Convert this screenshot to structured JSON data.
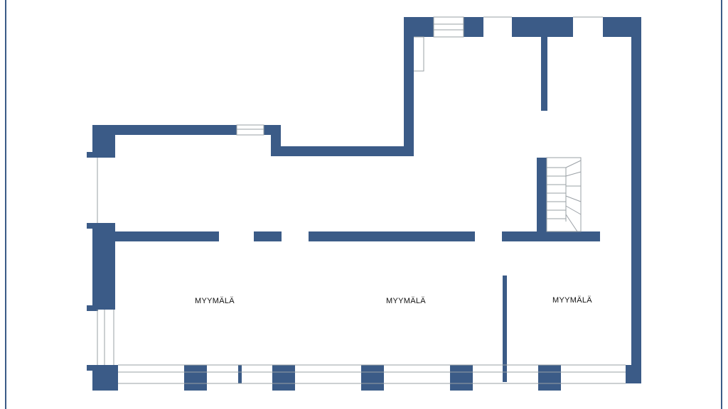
{
  "rooms": [
    {
      "label": "MYYMÄLÄ"
    },
    {
      "label": "MYYMÄLÄ"
    },
    {
      "label": "MYYMÄLÄ"
    }
  ],
  "colors": {
    "wall": "#3b5b87",
    "thin_line": "#9aa0a6",
    "background": "#ffffff",
    "text": "#111111"
  }
}
